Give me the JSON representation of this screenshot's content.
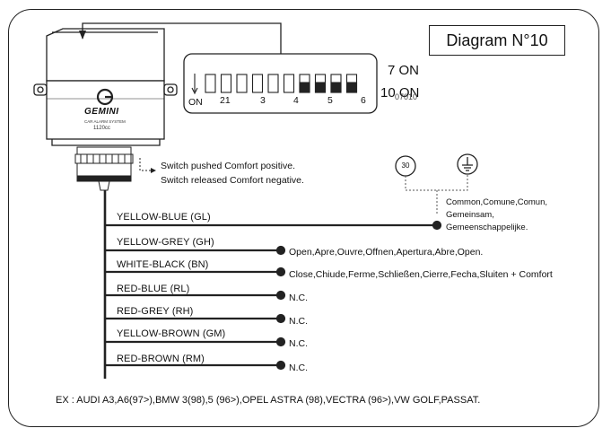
{
  "diagram": {
    "title": "Diagram N°10",
    "module": {
      "brand": "GEMINI",
      "subtitle": "CAR ALARM SYSTEM",
      "model": "1120cc"
    },
    "dip_switch": {
      "on_label": "ON",
      "numbers": [
        "21",
        "3",
        "4",
        "5",
        "6"
      ],
      "settings": [
        "7 ON",
        "10 ON"
      ],
      "settings_overlap": "07010"
    },
    "switch_notes": [
      "Switch pushed Comfort positive.",
      "Switch released Comfort negative."
    ],
    "symbols": {
      "terminal30": "30"
    },
    "common_label": [
      "Common,Comune,Comun,",
      "Gemeinsam,",
      "Gemeenschappelijke."
    ],
    "wires": [
      {
        "label": "YELLOW-BLUE (GL)",
        "dest": ""
      },
      {
        "label": "YELLOW-GREY (GH)",
        "dest": "Open,Apre,Ouvre,Offnen,Apertura,Abre,Open."
      },
      {
        "label": "WHITE-BLACK (BN)",
        "dest": "Close,Chiude,Ferme,Schließen,Cierre,Fecha,Sluiten + Comfort"
      },
      {
        "label": "RED-BLUE (RL)",
        "dest": "N.C."
      },
      {
        "label": "RED-GREY (RH)",
        "dest": "N.C."
      },
      {
        "label": "YELLOW-BROWN (GM)",
        "dest": "N.C."
      },
      {
        "label": "RED-BROWN (RM)",
        "dest": "N.C."
      }
    ],
    "footer": "EX : AUDI A3,A6(97>),BMW 3(98),5 (96>),OPEL ASTRA (98),VECTRA (96>),VW GOLF,PASSAT."
  }
}
